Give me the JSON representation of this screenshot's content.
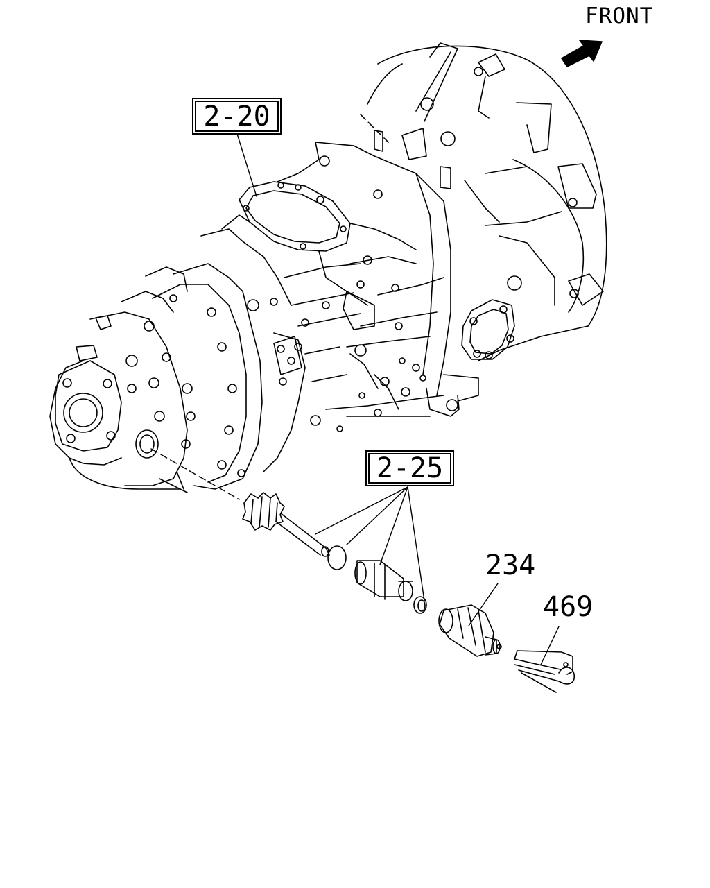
{
  "front_label": "FRONT",
  "callouts": {
    "group_2_20": "2-20",
    "group_2_25": "2-25"
  },
  "parts": {
    "part_234": "234",
    "part_469": "469"
  },
  "icons": {
    "front_arrow": "front-arrow-icon"
  },
  "colors": {
    "line": "#000000",
    "background": "#ffffff"
  }
}
